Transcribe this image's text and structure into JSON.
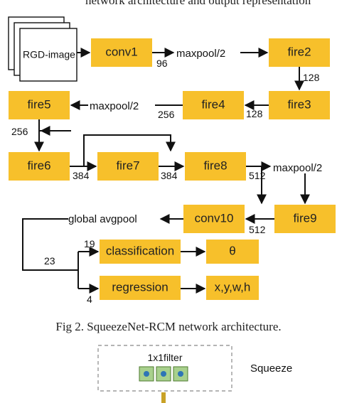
{
  "top_caption_fragment": "network architecture and output representation",
  "input_label": "RGD-image",
  "nodes": {
    "conv1": "conv1",
    "fire2": "fire2",
    "fire3": "fire3",
    "fire4": "fire4",
    "fire5": "fire5",
    "fire6": "fire6",
    "fire7": "fire7",
    "fire8": "fire8",
    "fire9": "fire9",
    "conv10": "conv10",
    "classification": "classification",
    "regression": "regression",
    "theta": "θ",
    "bbox": "x,y,w,h"
  },
  "ops": {
    "maxpool_1": "maxpool/2",
    "maxpool_2": "maxpool/2",
    "maxpool_3": "maxpool/2",
    "global_avgpool": "global avgpool"
  },
  "channels": {
    "c96": "96",
    "c128a": "128",
    "c128b": "128",
    "c256a": "256",
    "c256b": "256",
    "c384a": "384",
    "c384b": "384",
    "c512a": "512",
    "c512b": "512",
    "c23": "23",
    "c19": "19",
    "c4": "4"
  },
  "figure_caption": "Fig 2. SqueezeNet-RCM network architecture.",
  "squeeze": {
    "filter_label": "1x1filter",
    "label": "Squeeze"
  },
  "colors": {
    "box_fill": "#F7C02B",
    "filter_outer": "#A8D08D",
    "filter_dot": "#2E75B6",
    "stem": "#C9A227"
  }
}
